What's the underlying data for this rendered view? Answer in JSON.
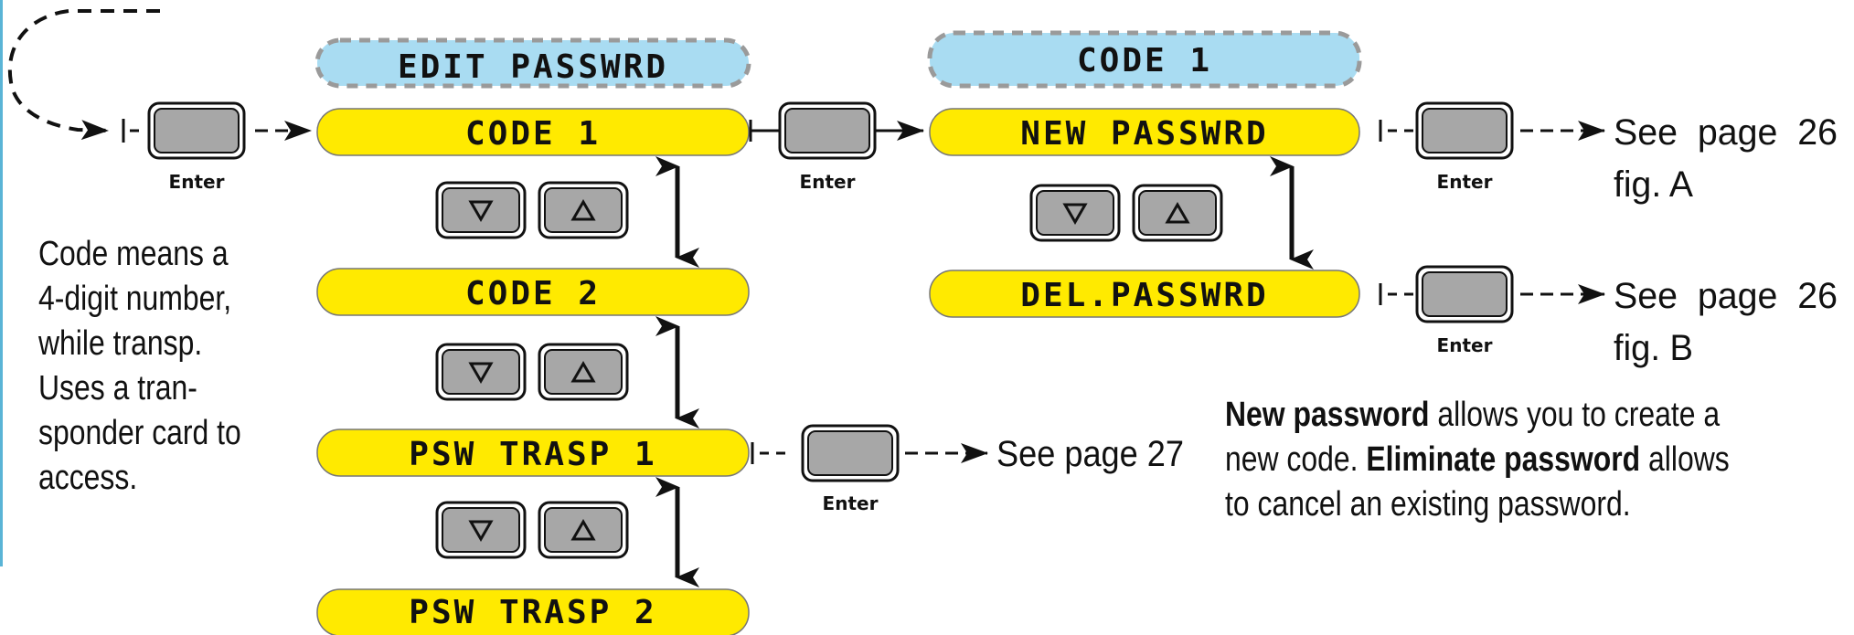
{
  "headers": {
    "left": "EDIT PASSWRD",
    "right": "CODE 1"
  },
  "menu_left": [
    "CODE 1",
    "CODE 2",
    "PSW TRASP 1",
    "PSW TRASP 2"
  ],
  "menu_right": [
    "NEW PASSWRD",
    "DEL.PASSWRD"
  ],
  "enter_label": "Enter",
  "references": {
    "trasp": "See page 27",
    "new_line1": "See  page  26",
    "new_line2": "fig. A",
    "del_line1": "See  page  26",
    "del_line2": "fig. B"
  },
  "note_left": [
    "Code means a",
    "4-digit number,",
    "while transp.",
    "Uses a tran-",
    "sponder card to",
    "access."
  ],
  "note_right": {
    "line1_bold": "New password",
    "line1_rest": " allows you to create a",
    "line2_start": "new code. ",
    "line2_bold": "Eliminate password",
    "line2_rest": " allows",
    "line3": "to cancel an existing password."
  },
  "colors": {
    "menu_fill": "#ffea00",
    "header_fill": "#a9dcf2",
    "header_border": "#9a9a9a",
    "button_fill": "#a7a7a7",
    "accent_edge": "#5ab4d6"
  },
  "icons": {
    "down": "triangle-down-icon",
    "up": "triangle-up-icon"
  }
}
